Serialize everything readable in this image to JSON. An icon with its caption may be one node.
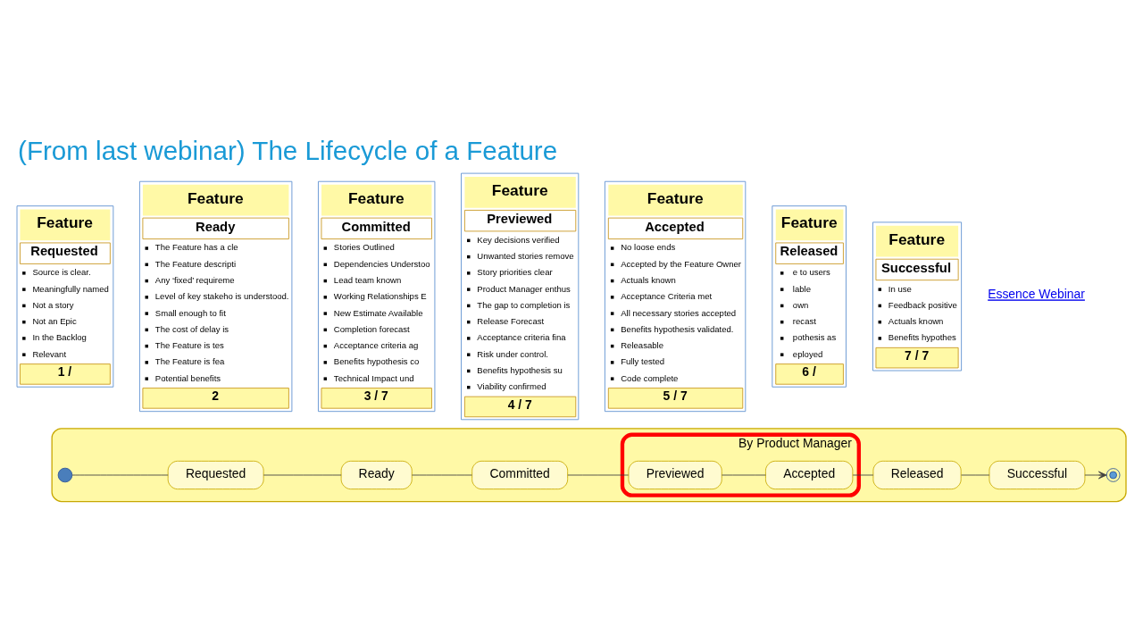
{
  "diagram": {
    "title": "(From last webinar) The Lifecycle of a Feature",
    "nodes": [
      {
        "text": [],
        "shape": "box"
      },
      {
        "text": [],
        "shape": "circle",
        "in": 0
      },
      {
        "text": [
          "Requested"
        ],
        "in": 0
      },
      {
        "text": [
          "Ready"
        ],
        "in": 0
      },
      {
        "text": [
          "Committed"
        ],
        "in": 0
      },
      {
        "text": [
          "By Product Manager"
        ],
        "in": 0
      },
      {
        "text": [
          "Previewed"
        ],
        "in": 5
      },
      {
        "text": [
          "Accepted"
        ],
        "in": 5
      },
      {
        "text": [
          "Released"
        ],
        "in": 0
      },
      {
        "text": [
          "Successful"
        ],
        "in": 0
      },
      {
        "text": [],
        "shape": "circle",
        "in": 0
      },
      {
        "text": [
          "Feature",
          "Requested",
          "Source is clear.",
          "Meaningfully named",
          "Not a story",
          "Not an Epic",
          "In the Backlog",
          "Relevant",
          "1 /"
        ]
      },
      {
        "text": [
          "Feature",
          "Ready",
          "The Feature has a cle",
          "The Feature descripti",
          "Any ‘fixed’ requireme",
          "Level of key stakeho is understood.",
          "Small enough to fit",
          "The cost of delay is",
          "The Feature is tes",
          "The Feature is fea",
          "Potential benefits",
          "2"
        ]
      },
      {
        "text": [
          "Feature",
          "Committed",
          "Stories Outlined",
          "Dependencies Understoo",
          "Lead team known",
          "Working Relationships E",
          "New Estimate Available",
          "Completion forecast",
          "Acceptance criteria ag",
          "Benefits hypothesis co",
          "Technical Impact und",
          "3 / 7"
        ]
      },
      {
        "text": [
          "Feature",
          "Previewed",
          "Key decisions verified",
          "Unwanted stories remove",
          "Story priorities clear",
          "Product Manager enthus",
          "The gap to completion is",
          "Release Forecast",
          "Acceptance criteria fina",
          "Risk under control.",
          "Benefits hypothesis su",
          "Viability confirmed",
          "4 / 7"
        ]
      },
      {
        "text": [
          "Feature",
          "Accepted",
          "No loose ends",
          "Accepted by the Feature Owner",
          "Actuals known",
          "Acceptance Criteria met",
          "All necessary stories accepted",
          "Benefits hypothesis validated.",
          "Releasable",
          "Fully tested",
          "Code complete",
          "5 / 7"
        ]
      },
      {
        "text": [
          "Feature",
          "Released",
          "e to users",
          "lable",
          "own",
          "recast",
          "pothesis as",
          "eployed",
          "6 /"
        ]
      },
      {
        "text": [
          "Feature",
          "Successful",
          "In use",
          "Feedback positive",
          "Actuals known",
          "Benefits hypothes",
          "7 / 7"
        ]
      }
    ],
    "edges": [
      {
        "from": 1,
        "to": 2,
        "arrow": "none"
      },
      {
        "from": 2,
        "to": 3,
        "arrow": "none"
      },
      {
        "from": 3,
        "to": 4,
        "arrow": "none"
      },
      {
        "from": 4,
        "to": 6,
        "arrow": "none"
      },
      {
        "from": 6,
        "to": 7,
        "arrow": "none"
      },
      {
        "from": 7,
        "to": 8,
        "arrow": "none"
      },
      {
        "from": 8,
        "to": 9,
        "arrow": "none"
      },
      {
        "from": 9,
        "to": 10,
        "arrow": "to"
      }
    ],
    "labels": [
      "Essence Webinar"
    ]
  }
}
